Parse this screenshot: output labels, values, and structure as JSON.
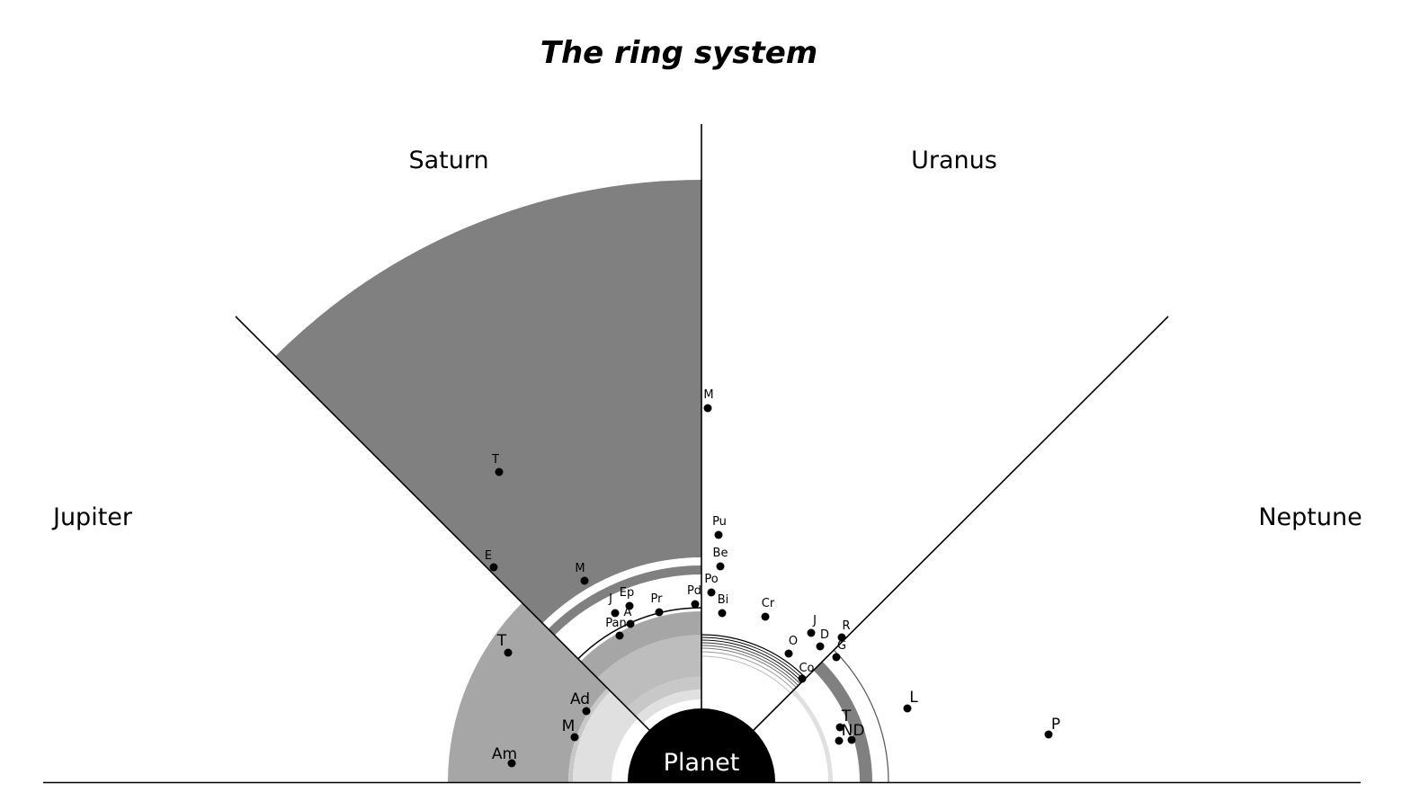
{
  "title": "The ring system",
  "core_label": "Planet",
  "planets": [
    {
      "key": "jupiter",
      "name": "Jupiter"
    },
    {
      "key": "saturn",
      "name": "Saturn"
    },
    {
      "key": "uranus",
      "name": "Uranus"
    },
    {
      "key": "neptune",
      "name": "Neptune"
    }
  ],
  "moons": {
    "jupiter": [
      "T",
      "Ad",
      "M",
      "Am"
    ],
    "saturn": [
      "T",
      "E",
      "M",
      "Ep",
      "J",
      "A",
      "Pan",
      "Pr",
      "Pd"
    ],
    "uranus": [
      "M",
      "Pu",
      "Be",
      "Po",
      "Bi",
      "Cr",
      "J",
      "D",
      "R",
      "O",
      "G",
      "Co"
    ],
    "neptune": [
      "L",
      "P",
      "T",
      "N",
      "D"
    ]
  },
  "colors": {
    "ring_dark": "#808080",
    "ring_mid": "#a6a6a6",
    "ring_light": "#bdbdbd",
    "ring_pale": "#e0e0e0",
    "ring_faint": "#c8c8c8",
    "planet": "#000000",
    "line": "#000000"
  }
}
